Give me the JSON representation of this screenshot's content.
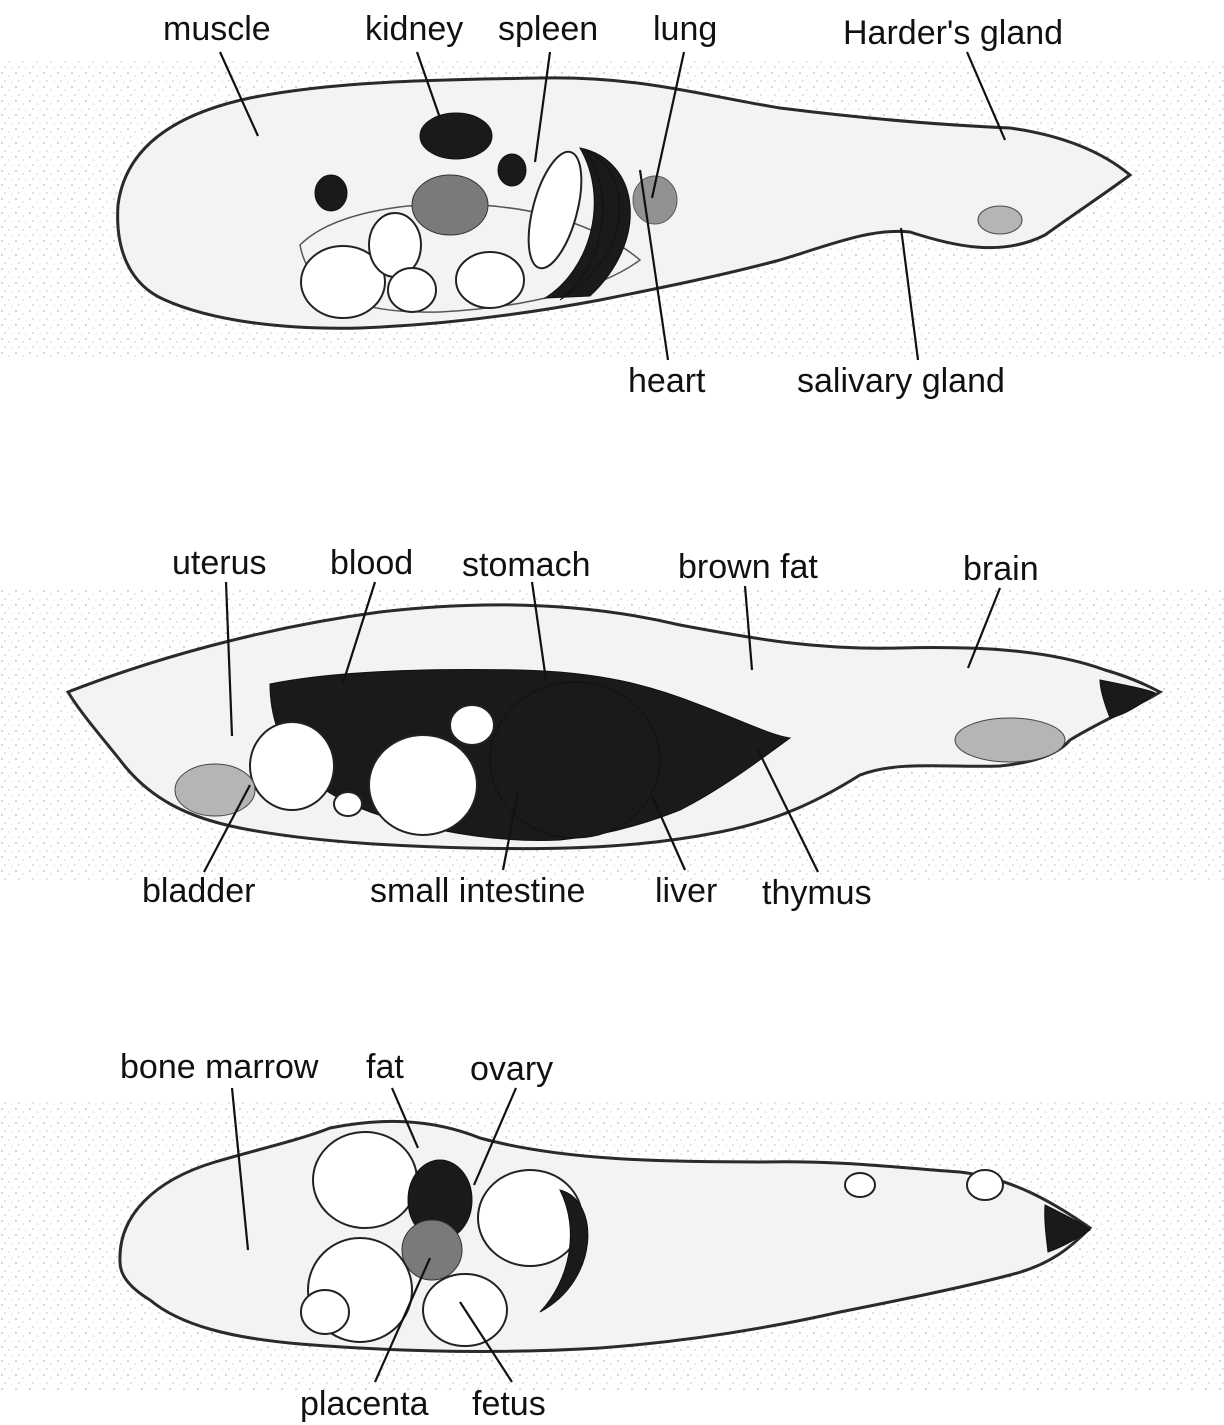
{
  "sections": [
    {
      "id": "section-1",
      "labels": {
        "muscle": "muscle",
        "kidney": "kidney",
        "spleen": "spleen",
        "lung": "lung",
        "harders_gland": "Harder's gland",
        "heart": "heart",
        "salivary_gland": "salivary gland"
      }
    },
    {
      "id": "section-2",
      "labels": {
        "uterus": "uterus",
        "blood": "blood",
        "stomach": "stomach",
        "brown_fat": "brown fat",
        "brain": "brain",
        "bladder": "bladder",
        "small_intestine": "small intestine",
        "liver": "liver",
        "thymus": "thymus"
      }
    },
    {
      "id": "section-3",
      "labels": {
        "bone_marrow": "bone marrow",
        "fat": "fat",
        "ovary": "ovary",
        "placenta": "placenta",
        "fetus": "fetus"
      }
    }
  ]
}
